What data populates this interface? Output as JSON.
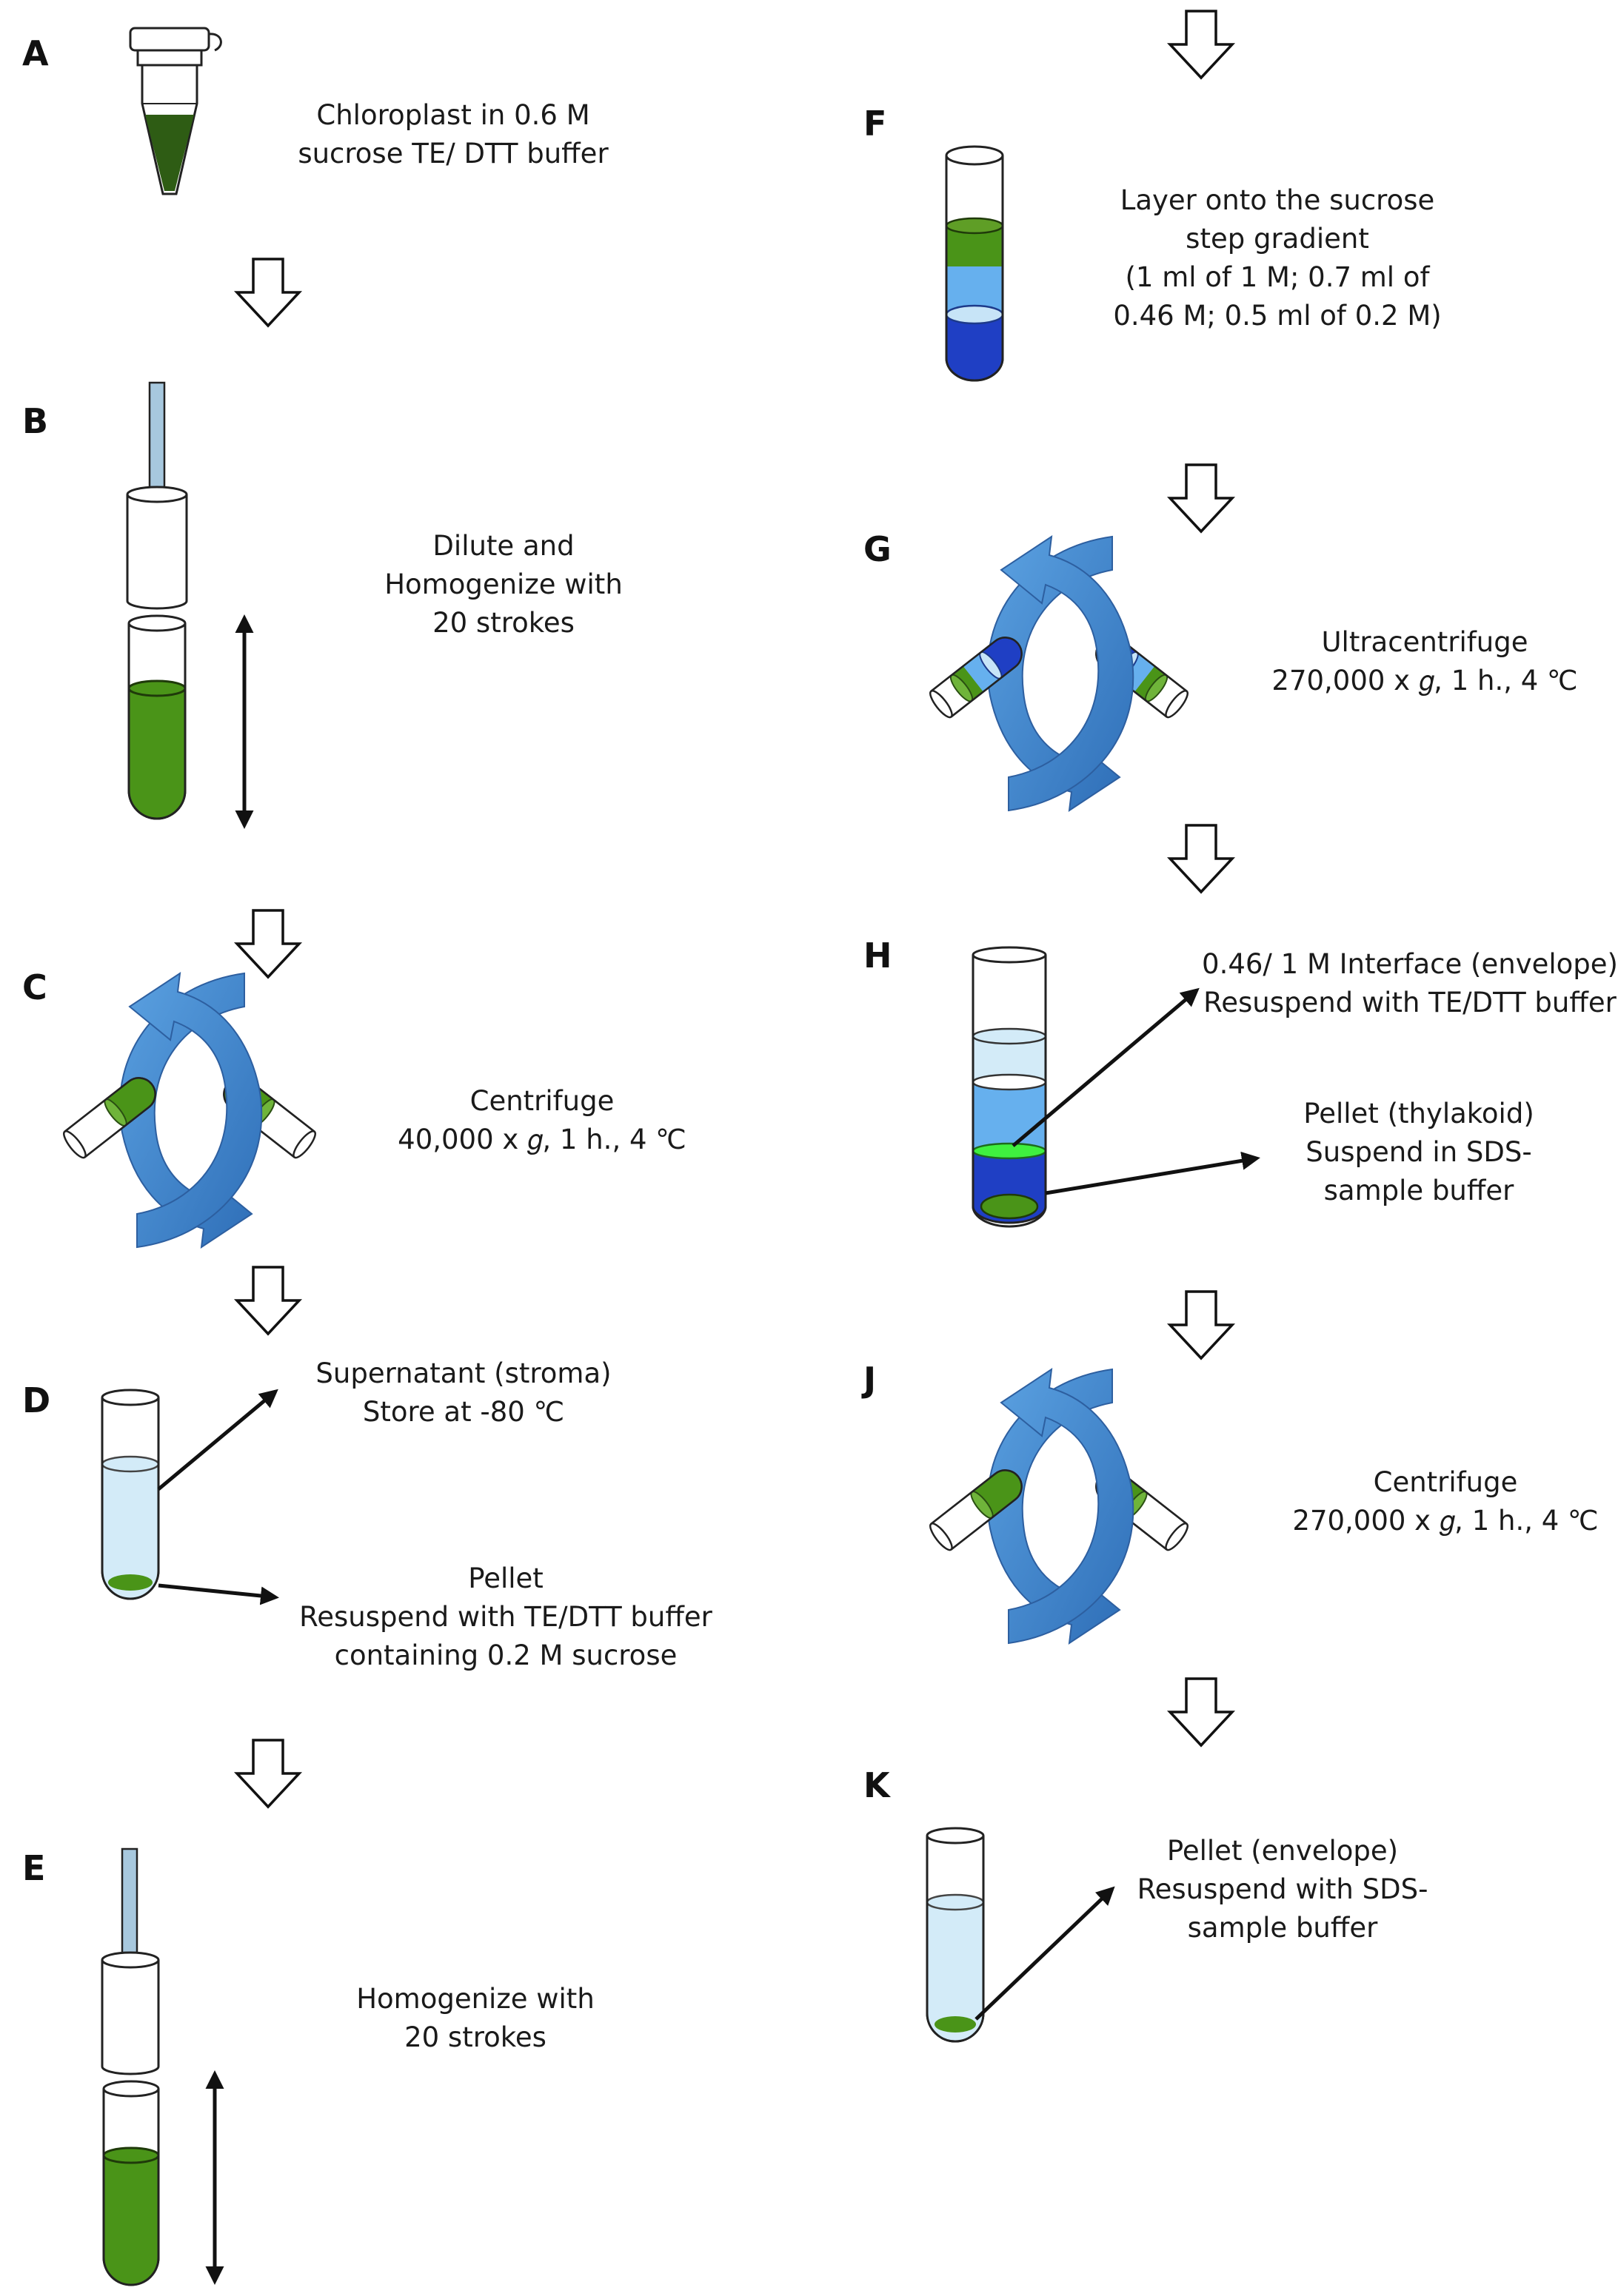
{
  "colors": {
    "chlorophyll_green": "#4a9418",
    "dark_green": "#2e5c14",
    "bright_green": "#3ff03f",
    "light_blue_liquid": "#d3ebf8",
    "mid_blue_liquid": "#66b0ee",
    "dark_blue_liquid": "#1f3fc4",
    "rotation_arrow_blue": "#3c82cc",
    "pestle_blue": "#a7c8de"
  },
  "steps": {
    "A": {
      "letter": "A",
      "lines": [
        "Chloroplast in 0.6 M",
        "sucrose TE/ DTT buffer"
      ]
    },
    "B": {
      "letter": "B",
      "lines": [
        "Dilute and",
        "Homogenize with",
        "20 strokes"
      ]
    },
    "C": {
      "letter": "C",
      "lines": [
        "Centrifuge",
        "40,000 x 𝑔, 1 h., 4 ℃"
      ]
    },
    "D": {
      "letter": "D",
      "supernatant": [
        "Supernatant (stroma)",
        "Store at -80 ℃"
      ],
      "pellet": [
        "Pellet",
        "Resuspend with TE/DTT buffer",
        "containing 0.2 M sucrose"
      ]
    },
    "E": {
      "letter": "E",
      "lines": [
        "Homogenize with",
        "20 strokes"
      ]
    },
    "F": {
      "letter": "F",
      "lines": [
        "Layer onto the sucrose",
        "step gradient",
        "(1 ml of 1 M; 0.7 ml of",
        "0.46 M; 0.5 ml of 0.2 M)"
      ]
    },
    "G": {
      "letter": "G",
      "lines": [
        "Ultracentrifuge",
        "270,000 x 𝑔, 1 h., 4 ℃"
      ]
    },
    "H": {
      "letter": "H",
      "interface": [
        "0.46/ 1 M Interface (envelope)",
        "Resuspend with TE/DTT buffer"
      ],
      "pellet": [
        "Pellet (thylakoid)",
        "Suspend in SDS-",
        "sample buffer"
      ]
    },
    "J": {
      "letter": "J",
      "lines": [
        "Centrifuge",
        "270,000 x 𝑔, 1 h., 4 ℃"
      ]
    },
    "K": {
      "letter": "K",
      "lines": [
        "Pellet (envelope)",
        "Resuspend with SDS-",
        "sample buffer"
      ]
    }
  }
}
